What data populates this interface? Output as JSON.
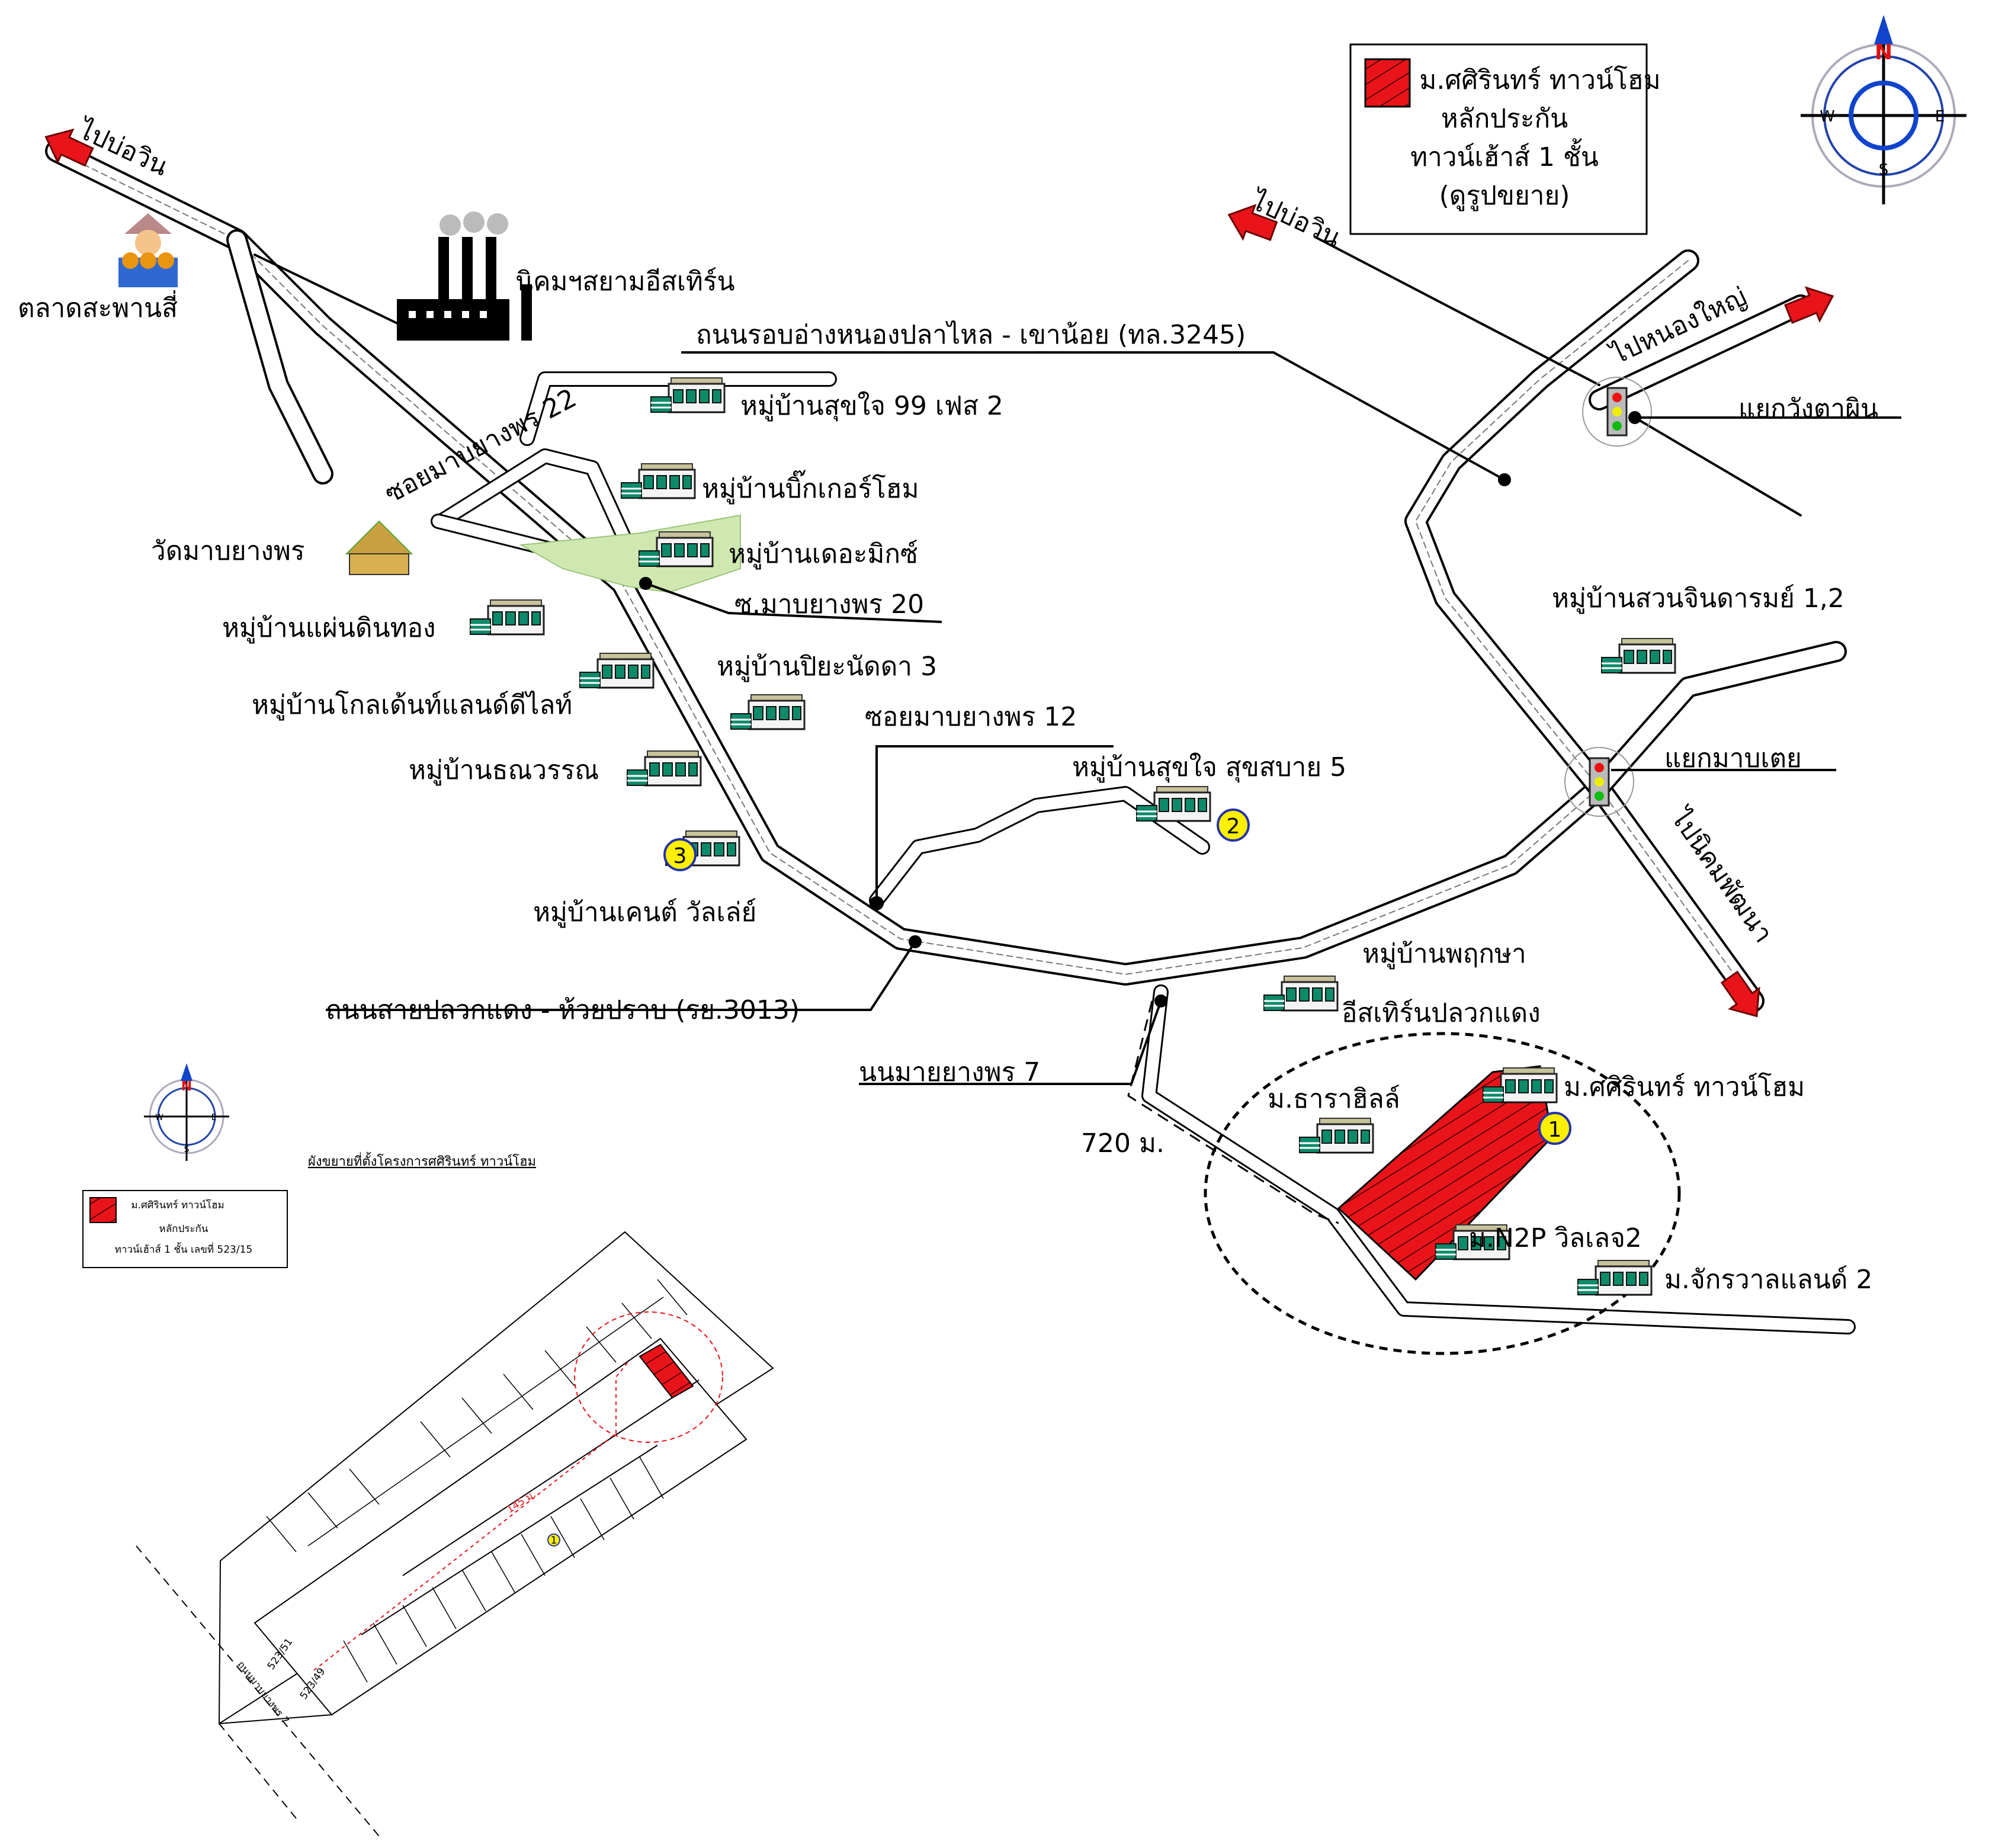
{
  "legend_main": {
    "line1": "ม.ศศิรินทร์ ทาวน์โฮม",
    "line2": "หลักประกัน",
    "line3": "ทาวน์เฮ้าส์ 1 ชั้น",
    "line4": "(ดูรูปขยาย)",
    "swatch_color": "#e8141a"
  },
  "compass": {
    "n": "N",
    "s": "S",
    "e": "E",
    "w": "W"
  },
  "directions": {
    "to_bo_win_left": "ไปบ่อวิน",
    "to_bo_win_right": "ไปบ่อวิน",
    "to_nong_yai": "ไปหนองใหญ่",
    "to_nikhom_phatthana": "ไปนิคมพัฒนา"
  },
  "places": {
    "market": "ตลาดสะพานสี่",
    "industrial_estate": "นิคมฯสยามอีสเทิร์น",
    "road_3245": "ถนนรอบอ่างหนองปลาไหล - เขาน้อย (ทล.3245)",
    "soi_22": "ซอยมาบยางพร 22",
    "sukjai_99": "หมู่บ้านสุขใจ 99 เฟส 2",
    "big_home": "หมู่บ้านบิ๊กเกอร์โฮม",
    "wat": "วัดมาบยางพร",
    "the_mix": "หมู่บ้านเดอะมิกซ์",
    "soi_20": "ซ.มาบยางพร 20",
    "paendin_thong": "หมู่บ้านแผ่นดินทอง",
    "golden_land": "หมู่บ้านโกลเด้นท์แลนด์ดีไลท์",
    "piya_natda": "หมู่บ้านปิยะนัดดา 3",
    "thanawan": "หมู่บ้านธณวรรณ",
    "soi_12": "ซอยมาบยางพร 12",
    "sukjai_5": "หมู่บ้านสุขใจ สุขสบาย 5",
    "kent_valley": "หมู่บ้านเคนต์ วัลเล่ย์",
    "road_3013": "ถนนสายปลวกแดง - ห้วยปราบ (รย.3013)",
    "road_7": "นนมายยางพร 7",
    "distance": "720 ม.",
    "wang_ta_phin": "แยกวังตาผิน",
    "suan_jindaram": "หมู่บ้านสวนจินดารมย์ 1,2",
    "map_toei": "แยกมาบเตย",
    "phruksa": "หมู่บ้านพฤกษา",
    "eastern_pluak": "อีสเทิร์นปลวกแดง",
    "thara_hills": "ม.ธาราฮิลล์",
    "sasirin": "ม.ศศิรินทร์ ทาวน์โฮม",
    "n2p": "ม.N2P วิลเลจ2",
    "jakkrawan": "ม.จักรวาลแลนด์ 2"
  },
  "markers": {
    "m1": "1",
    "m2": "2",
    "m3": "3"
  },
  "inset": {
    "title": "ผังขยายที่ตั้งโครงการศศิรินทร์ ทาวน์โฮม",
    "legend_line1": "ม.ศศิรินทร์ ทาวน์โฮม",
    "legend_line2": "หลักประกัน",
    "legend_line3": "ทาวน์เฮ้าส์ 1 ชั้น เลขที่ 523/15",
    "plot_a": "523/51",
    "plot_b": "523/49",
    "distance": "145 ม.",
    "road": "ถนนมาบยางพร 7",
    "marker": "1"
  },
  "colors": {
    "highlight": "#e8141a",
    "marker_fill": "#ffef00",
    "park": "#cfe8b0",
    "road_fill": "#ffffff"
  },
  "icons": [
    "house-icon",
    "factory-icon",
    "temple-icon",
    "market-vendor-icon",
    "traffic-light-icon",
    "compass-rose-icon",
    "red-arrow-icon"
  ]
}
